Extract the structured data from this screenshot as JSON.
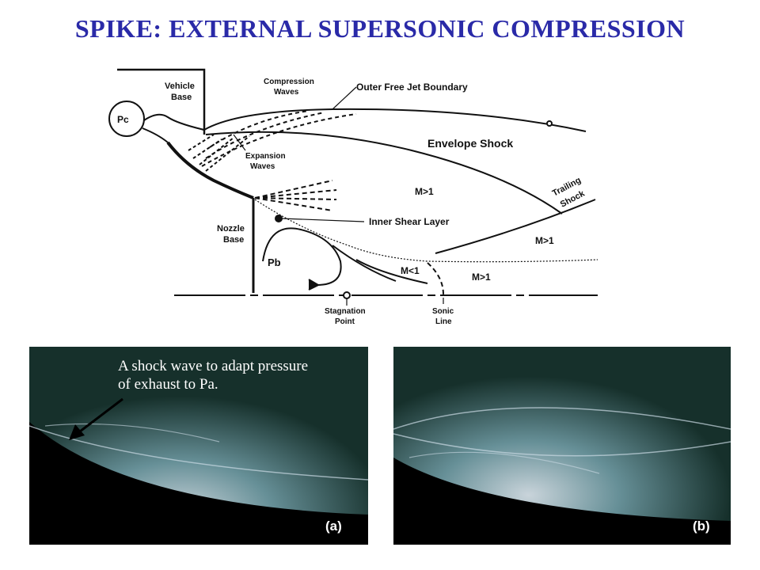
{
  "slide": {
    "title": "SPIKE: EXTERNAL SUPERSONIC COMPRESSION",
    "title_color": "#2a2aa8"
  },
  "diagram": {
    "labels": {
      "vehicle_base_1": "Vehicle",
      "vehicle_base_2": "Base",
      "pc": "Pc",
      "compression_1": "Compression",
      "compression_2": "Waves",
      "outer_free_jet": "Outer Free Jet Boundary",
      "envelope_shock": "Envelope Shock",
      "expansion_1": "Expansion",
      "expansion_2": "Waves",
      "m_gt_1_upper": "M>1",
      "trailing_1": "Trailing",
      "trailing_2": "Shock",
      "inner_shear": "Inner Shear Layer",
      "nozzle_base_1": "Nozzle",
      "nozzle_base_2": "Base",
      "pb": "Pb",
      "m_gt_1_right": "M>1",
      "m_lt_1": "M<1",
      "m_gt_1_lower": "M>1",
      "stagnation_1": "Stagnation",
      "stagnation_2": "Point",
      "sonic_1": "Sonic",
      "sonic_2": "Line"
    }
  },
  "photos": [
    {
      "caption_line1": "A shock wave to adapt pressure",
      "caption_line2": "of exhaust to Pa.",
      "panel_label": "(a)"
    },
    {
      "panel_label": "(b)"
    }
  ],
  "colors": {
    "photo_bg": "#16302b",
    "photo_glow": "#dde6ee",
    "spike_body": "#000000"
  }
}
